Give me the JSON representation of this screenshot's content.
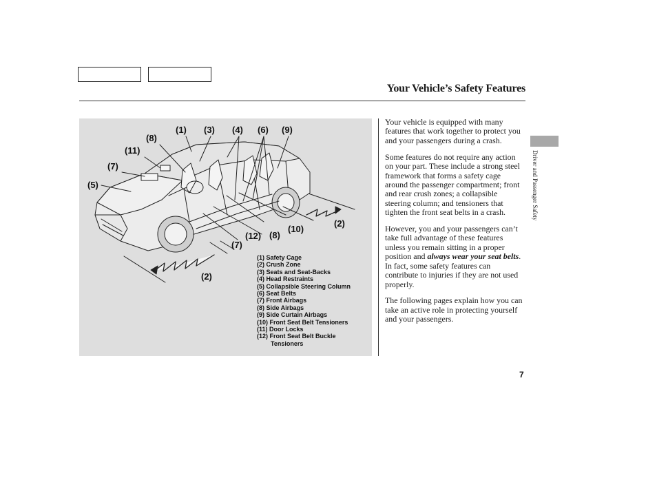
{
  "header": {
    "title": "Your Vehicle’s Safety Features",
    "nav_buttons": [
      "",
      ""
    ]
  },
  "figure": {
    "callouts": {
      "c1": "(1)",
      "c3": "(3)",
      "c4": "(4)",
      "c6": "(6)",
      "c9": "(9)",
      "c8": "(8)",
      "c11": "(11)",
      "c7a": "(7)",
      "c5": "(5)",
      "c2a": "(2)",
      "c10": "(10)",
      "c12": "(12)",
      "c8b": "(8)",
      "c7b": "(7)",
      "c2b": "(2)"
    },
    "legend": [
      "(1) Safety Cage",
      "(2) Crush Zone",
      "(3) Seats and Seat-Backs",
      "(4) Head Restraints",
      "(5) Collapsible Steering Column",
      "(6) Seat Belts",
      "(7) Front Airbags",
      "(8) Side Airbags",
      "(9) Side Curtain Airbags",
      "(10) Front Seat Belt Tensioners",
      "(11) Door Locks",
      "(12) Front Seat Belt Buckle",
      "Tensioners"
    ]
  },
  "body": {
    "p1": "Your vehicle is equipped with many features that work together to protect you and your passengers during a crash.",
    "p2": "Some features do not require any action on your part. These include a strong steel framework that forms a safety cage around the passenger compartment; front and rear crush zones; a collapsible steering column; and tensioners that tighten the front seat belts in a crash.",
    "p3_before": "However, you and your passengers can’t take full advantage of these features unless you remain sitting in a proper position and ",
    "p3_emph": "always wear your seat belts",
    "p3_after": ". In fact, some safety features can contribute to injuries if they are not used properly.",
    "p4": "The following pages explain how you can take an active role in protecting yourself and your passengers."
  },
  "sidebar": {
    "section_label": "Driver and Passenger Safety"
  },
  "footer": {
    "page_number": "7"
  }
}
